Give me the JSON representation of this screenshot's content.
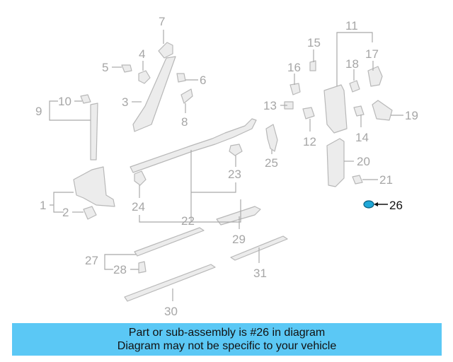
{
  "diagram": {
    "callouts": [
      "1",
      "2",
      "3",
      "4",
      "5",
      "6",
      "7",
      "8",
      "9",
      "10",
      "11",
      "12",
      "13",
      "14",
      "15",
      "16",
      "17",
      "18",
      "19",
      "20",
      "21",
      "22",
      "23",
      "24",
      "25",
      "26",
      "27",
      "28",
      "29",
      "30",
      "31"
    ],
    "highlighted_part": "26",
    "colors": {
      "line": "#b8b8b8",
      "highlight": "#1fa8d8",
      "caption_bg": "#5bc8f5"
    }
  },
  "caption": {
    "line1": "Part or sub-assembly is #26 in diagram",
    "line2": "Diagram may not be specific to your vehicle"
  }
}
